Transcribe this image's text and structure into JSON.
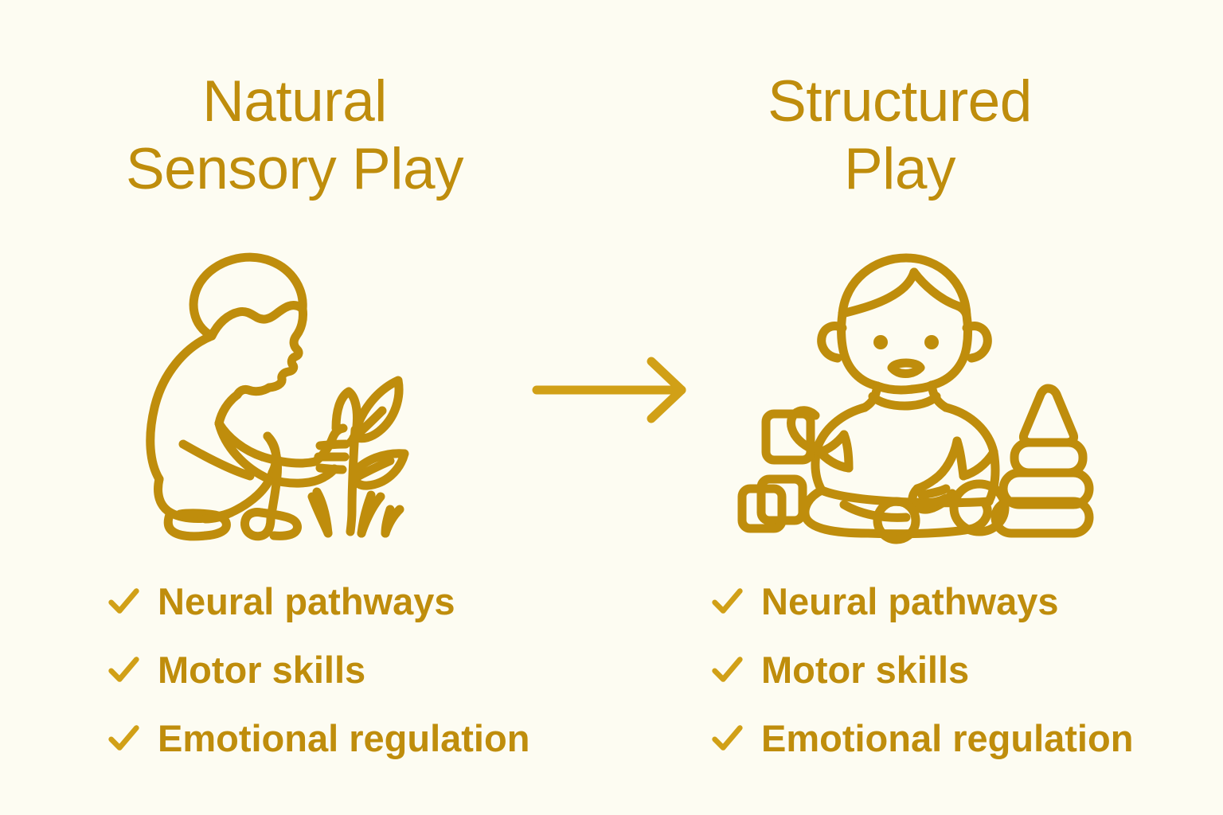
{
  "background_color": "#fdfcf2",
  "accent_color": "#bf8d0c",
  "panels": {
    "left": {
      "title": "Natural\nSensory Play",
      "illustration_name": "child-crouching-touching-plant",
      "benefits": [
        {
          "check": "check-icon",
          "label": "Neural pathways"
        },
        {
          "check": "check-icon",
          "label": "Motor skills"
        },
        {
          "check": "check-icon",
          "label": "Emotional regulation"
        }
      ]
    },
    "right": {
      "title": "Structured\nPlay",
      "illustration_name": "child-sitting-with-blocks-and-stacking-rings",
      "benefits": [
        {
          "check": "check-icon",
          "label": "Neural pathways"
        },
        {
          "check": "check-icon",
          "label": "Motor skills"
        },
        {
          "check": "check-icon",
          "label": "Emotional regulation"
        }
      ]
    }
  },
  "arrow": {
    "name": "right-arrow-icon",
    "direction": "right"
  }
}
